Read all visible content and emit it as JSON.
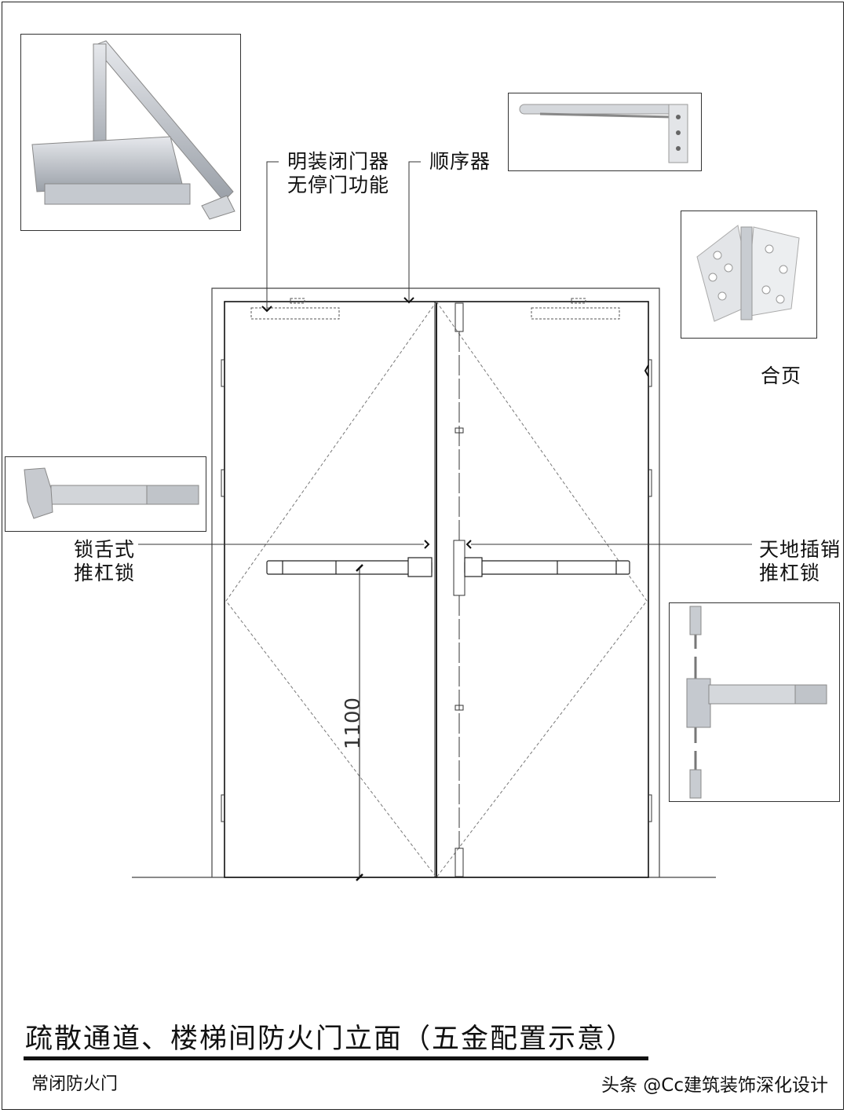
{
  "labels": {
    "closer_line1": "明装闭门器",
    "closer_line2": "无停门功能",
    "coordinator": "顺序器",
    "hinge": "合页",
    "latch_line1": "锁舌式",
    "latch_line2": "推杠锁",
    "rod_line1": "天地插销",
    "rod_line2": "推杠锁"
  },
  "dimension": "1100",
  "title": "疏散通道、楼梯间防火门立面（五金配置示意）",
  "subtitle": "常闭防火门",
  "credit": "头条 @Cc建筑装饰深化设计",
  "photos": {
    "closer": "door-closer-photo",
    "coordinator": "door-coordinator-photo",
    "hinge": "hinge-photo",
    "latch": "latch-push-bar-photo",
    "rod": "vertical-rod-push-bar-photo"
  }
}
